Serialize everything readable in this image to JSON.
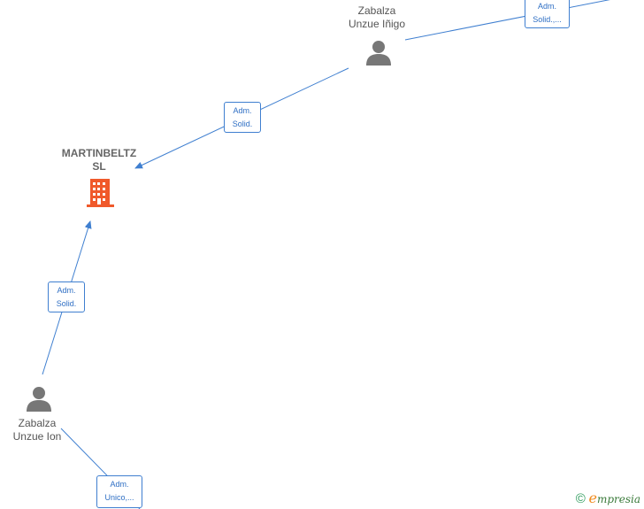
{
  "nodes": {
    "company": {
      "name_line1": "MARTINBELTZ",
      "name_line2": "SL",
      "icon": "building-icon",
      "color": "#f0592b"
    },
    "person_inigo": {
      "name_line1": "Zabalza",
      "name_line2": "Unzue Iñigo",
      "icon": "person-icon"
    },
    "person_ion": {
      "name_line1": "Zabalza",
      "name_line2": "Unzue Ion",
      "icon": "person-icon"
    }
  },
  "edges": {
    "inigo_to_company": {
      "line1": "Adm.",
      "line2": "Solid."
    },
    "ion_to_company": {
      "line1": "Adm.",
      "line2": "Solid."
    },
    "inigo_offscreen": {
      "line1": "Adm.",
      "line2": "Solid.,..."
    },
    "ion_offscreen": {
      "line1": "Adm.",
      "line2": "Unico,..."
    }
  },
  "colors": {
    "edge": "#3f7fd0",
    "person": "#777777",
    "company": "#f0592b"
  },
  "watermark": {
    "copyright_symbol": "©",
    "brand_initial": "e",
    "brand_rest": "mpresia"
  }
}
